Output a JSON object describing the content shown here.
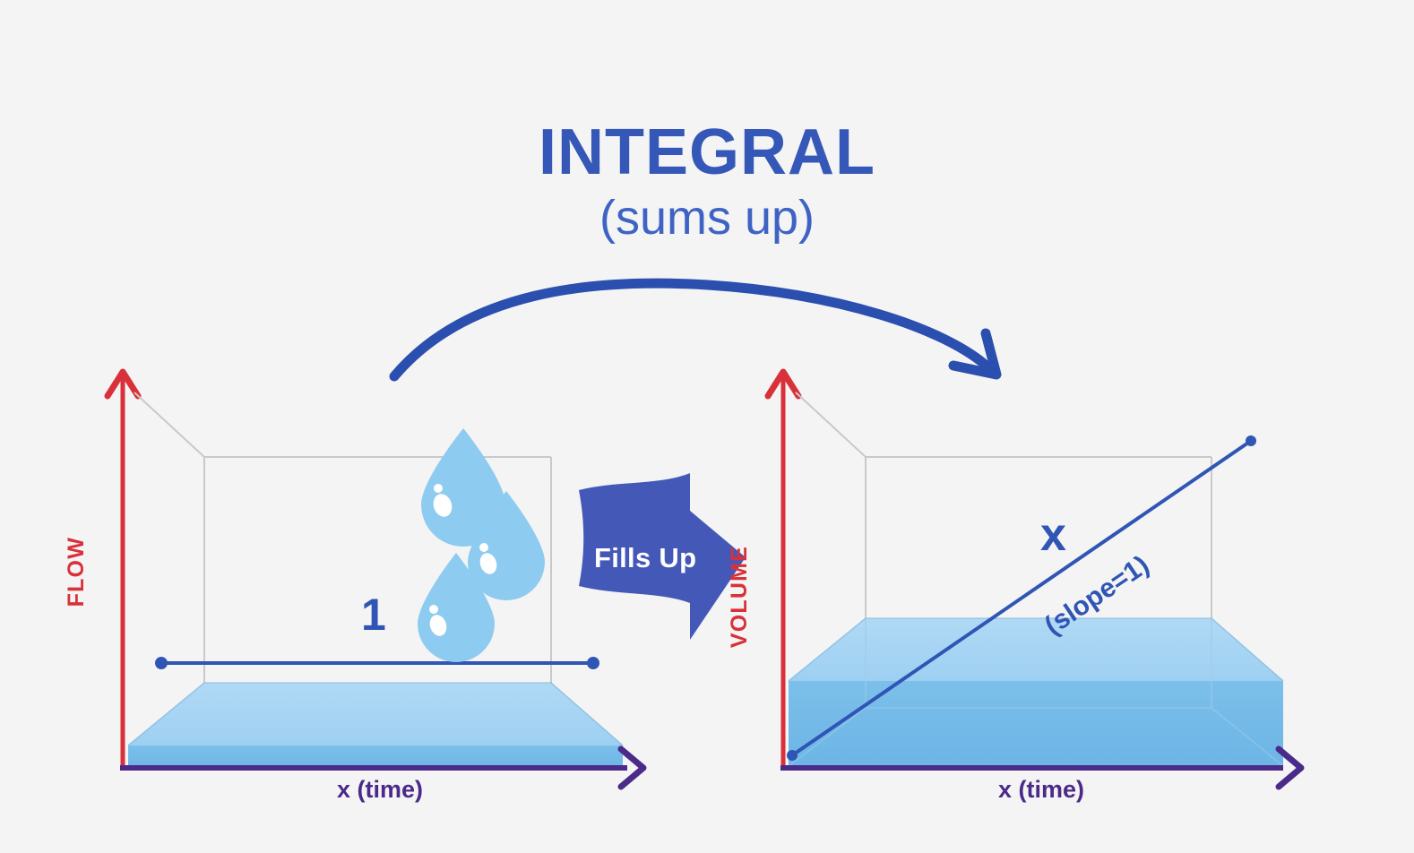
{
  "page": {
    "background_color": "#f4f4f4"
  },
  "title": {
    "main": "INTEGRAL",
    "sub": "(sums up)",
    "main_color": "#3558b8",
    "sub_color": "#3f63c4"
  },
  "transform_arrow": {
    "name": "curved-arrow-left-to-right",
    "color": "#2b4faf"
  },
  "left_panel": {
    "y_axis_label": "FLOW",
    "y_axis_color": "#d9313a",
    "x_axis_label": "x (time)",
    "x_axis_color": "#4b2a8a",
    "constant_value_label": "1",
    "flow_line_color": "#2f55b5",
    "water_top_color": "#a4d2f2",
    "water_front_color": "#72b8e8",
    "droplet_color": "#8ecbf0",
    "droplet_count": 3
  },
  "middle": {
    "banner_label": "Fills Up",
    "banner_color": "#4458b8",
    "banner_text_color": "#ffffff"
  },
  "right_panel": {
    "y_axis_label": "VOLUME",
    "y_axis_color": "#d9313a",
    "x_axis_label": "x (time)",
    "x_axis_color": "#4b2a8a",
    "ramp_label": "x",
    "ramp_slope_label": "(slope=1)",
    "ramp_line_color": "#2f55b5",
    "water_top_color": "#a4d2f2",
    "water_front_color": "#72b8e8"
  },
  "chart_data": {
    "type": "line",
    "title": "INTEGRAL (sums up)",
    "panels": [
      {
        "name": "flow",
        "ylabel": "FLOW",
        "xlabel": "x (time)",
        "series": [
          {
            "name": "flow",
            "label": "1",
            "x": [
              0,
              1
            ],
            "values": [
              1,
              1
            ]
          }
        ],
        "annotation": "1",
        "xlim": [
          0,
          1
        ],
        "ylim": [
          0,
          2
        ],
        "grid": false
      },
      {
        "name": "volume",
        "ylabel": "VOLUME",
        "xlabel": "x (time)",
        "series": [
          {
            "name": "volume",
            "label": "x (slope=1)",
            "x": [
              0,
              1
            ],
            "values": [
              0,
              1
            ]
          }
        ],
        "annotation": "x",
        "annotation_sub": "(slope=1)",
        "xlim": [
          0,
          1
        ],
        "ylim": [
          0,
          1
        ],
        "grid": false
      }
    ]
  }
}
